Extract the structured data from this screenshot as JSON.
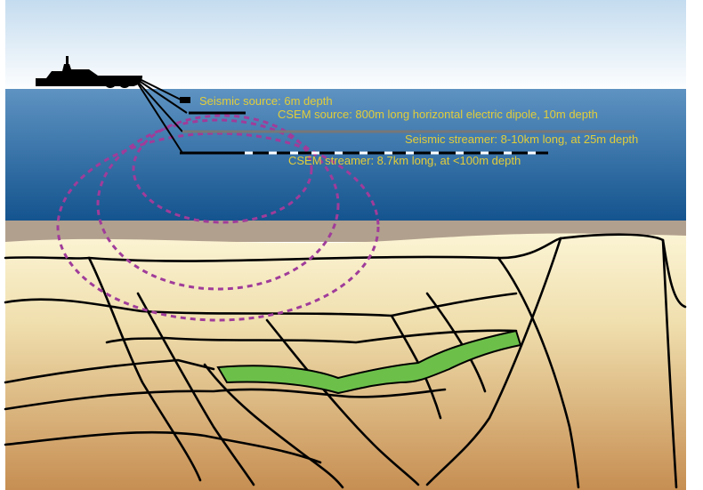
{
  "labels": {
    "seismic_source": "Seismic source: 6m depth",
    "csem_source": "CSEM source: 800m long horizontal electric dipole, 10m depth",
    "seismic_streamer": "Seismic streamer:  8-10km long, at 25m depth",
    "csem_streamer": "CSEM streamer:  8.7km long, at <100m depth"
  },
  "colors": {
    "sky_top": "#c4dcef",
    "sky_bottom": "#ffffff",
    "sea_top": "#5e93c2",
    "sea_bottom": "#12528d",
    "seabed": "#b2a08e",
    "sediment_top": "#fbf4d4",
    "sediment_bottom": "#c68e52",
    "reservoir": "#6cc04a",
    "em_field": "#a03c9a",
    "label_text": "#e2cd3a",
    "outline": "#000000"
  },
  "icons": [
    "survey-vessel-icon"
  ]
}
